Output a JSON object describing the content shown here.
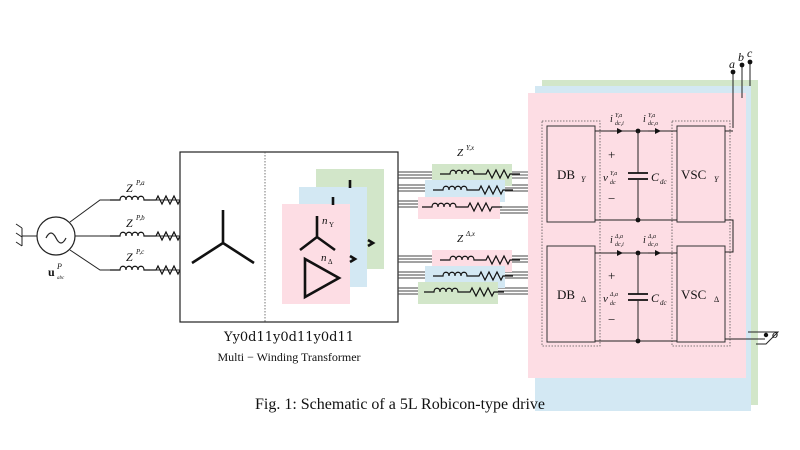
{
  "source": {
    "label": "u",
    "label_sup": "P",
    "label_sub": "abc"
  },
  "primary_impedances": [
    {
      "base": "Z",
      "sup": "P,a"
    },
    {
      "base": "Z",
      "sup": "P,b"
    },
    {
      "base": "Z",
      "sup": "P,c"
    }
  ],
  "transformer": {
    "vector_group": "Yy0d11y0d11y0d11",
    "name": "Multi − Winding Transformer",
    "secondary_labels": {
      "wye": "n",
      "wye_sub": "Y",
      "delta": "n",
      "delta_sub": "Δ"
    }
  },
  "secondary_impedances": {
    "wye": {
      "base": "Z",
      "sup": "Y,x"
    },
    "delta": {
      "base": "Z",
      "sup": "Δ,x"
    }
  },
  "cell": {
    "db_y": {
      "base": "DB",
      "sub": "Y"
    },
    "db_d": {
      "base": "DB",
      "sub": "Δ"
    },
    "vsc_y": {
      "base": "VSC",
      "sub": "Y"
    },
    "vsc_d": {
      "base": "VSC",
      "sub": "Δ"
    },
    "i_in_y": {
      "base": "i",
      "sup": "Y,a",
      "sub": "dc,i"
    },
    "i_out_y": {
      "base": "i",
      "sup": "Y,a",
      "sub": "dc,o"
    },
    "i_in_d": {
      "base": "i",
      "sup": "Δ,a",
      "sub": "dc,i"
    },
    "i_out_d": {
      "base": "i",
      "sup": "Δ,a",
      "sub": "dc,o"
    },
    "v_y": {
      "base": "v",
      "sup": "Y,a",
      "sub": "dc"
    },
    "v_d": {
      "base": "v",
      "sup": "Δ,a",
      "sub": "dc"
    },
    "cap": {
      "base": "C",
      "sub": "dc"
    },
    "plus": "+",
    "minus": "−"
  },
  "outputs": {
    "a": "a",
    "b": "b",
    "c": "c",
    "neutral": "o"
  },
  "phase_colors": {
    "pink": "#fddde4",
    "blue": "#d3e8f3",
    "green": "#d2e6c9"
  },
  "caption": "Fig. 1: Schematic of a 5L Robicon-type drive"
}
